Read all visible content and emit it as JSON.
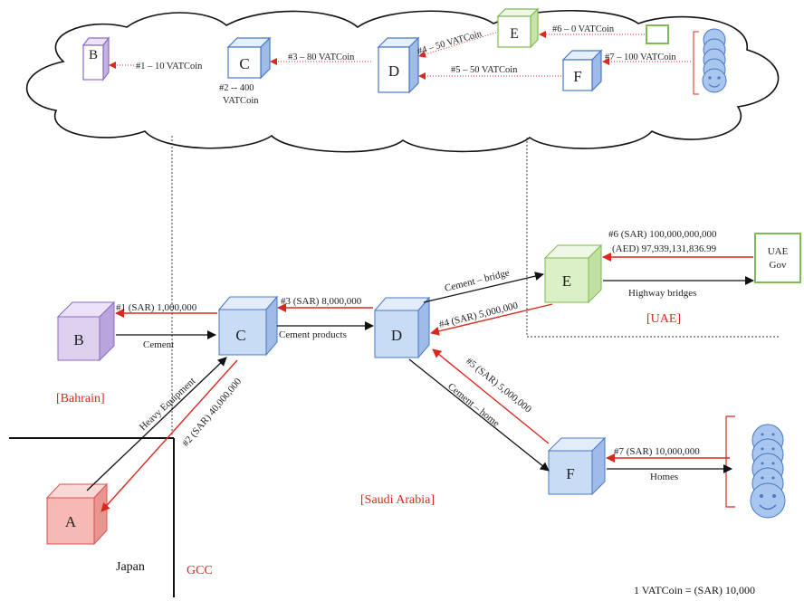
{
  "colors": {
    "red": "#d9281e",
    "dark": "#111111",
    "purple_face": "#ddd0ef",
    "purple_edge": "#8a6dbf",
    "blue_face": "#c9dcf5",
    "blue_edge": "#4a78c4",
    "green_face": "#dcf0c8",
    "green_edge": "#7fba52",
    "red_face": "#f6b9b4",
    "red_edge": "#d9534f",
    "region_red": "#d9281e",
    "face_blue": "#a8c6ee"
  },
  "cloud": {
    "nodes": {
      "b": "B",
      "c": "C",
      "d": "D",
      "e": "E",
      "f": "F"
    },
    "tx": {
      "t1": "#1 – 10 VATCoin",
      "t2a": "#2 -- 400",
      "t2b": "VATCoin",
      "t3": "#3 – 80 VATCoin",
      "t4": "#4 – 50 VATCoin",
      "t5": "#5 – 50 VATCoin",
      "t6": "#6 – 0 VATCoin",
      "t7": "#7 – 100 VATCoin"
    }
  },
  "ground": {
    "nodes": {
      "a": "A",
      "b": "B",
      "c": "C",
      "d": "D",
      "e": "E",
      "f": "F"
    },
    "gov": {
      "line1": "UAE",
      "line2": "Gov"
    },
    "flows": {
      "heavy_equipment": "Heavy Equipment",
      "cement": "Cement",
      "cement_products": "Cement products",
      "cement_bridge": "Cement – bridge",
      "cement_home": "Cement – home",
      "highway_bridges": "Highway bridges",
      "homes": "Homes"
    },
    "payments": {
      "p1": "#1  (SAR) 1,000,000",
      "p2": "#2 (SAR) 40,000,000",
      "p3": "#3 (SAR) 8,000,000",
      "p4": "#4 (SAR) 5,000,000",
      "p5": "#5 (SAR) 5,000,000",
      "p6a": "#6 (SAR) 100,000,000,000",
      "p6b": "(AED) 97,939,131,836.99",
      "p7": "#7 (SAR) 10,000,000"
    },
    "regions": {
      "bahrain": "[Bahrain]",
      "saudi": "[Saudi Arabia]",
      "uae": "[UAE]",
      "japan": "Japan",
      "gcc": "GCC"
    },
    "rate": "1 VATCoin = (SAR) 10,000"
  }
}
